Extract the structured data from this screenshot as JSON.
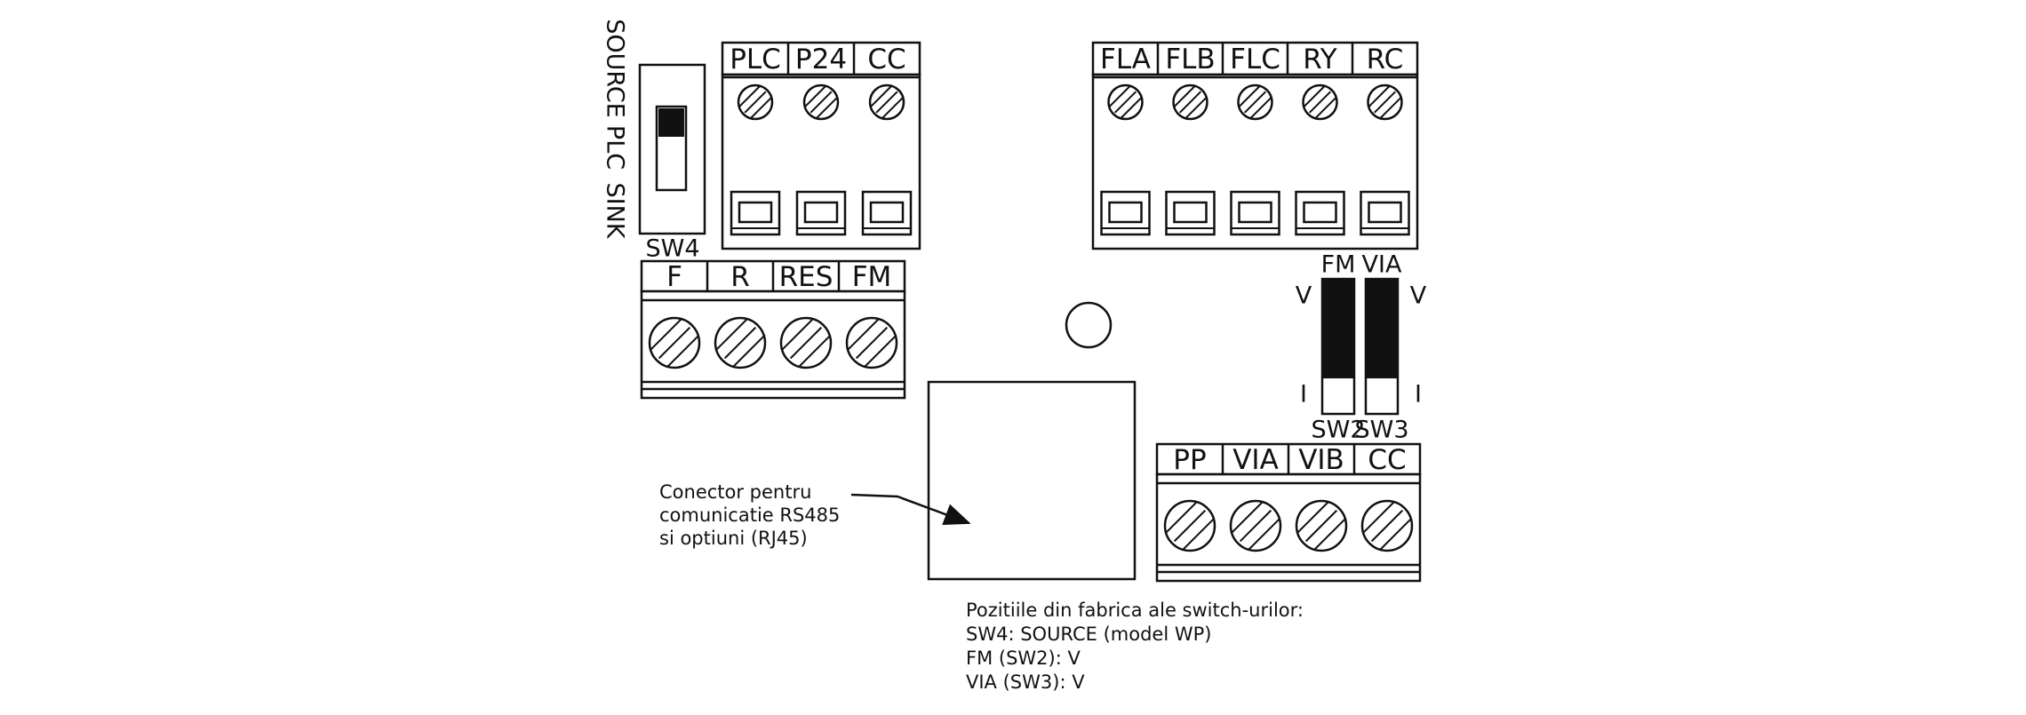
{
  "sw4": {
    "name": "SW4",
    "positions": [
      "SOURCE",
      "PLC",
      "SINK"
    ]
  },
  "terminal_blocks": {
    "top_left": [
      "PLC",
      "P24",
      "CC"
    ],
    "top_right": [
      "FLA",
      "FLB",
      "FLC",
      "RY",
      "RC"
    ],
    "middle_left": [
      "F",
      "R",
      "RES",
      "FM"
    ],
    "bottom_right": [
      "PP",
      "VIA",
      "VIB",
      "CC"
    ]
  },
  "dip_switches": [
    {
      "name": "SW2",
      "header": "FM",
      "top_label": "V",
      "bottom_label": "I"
    },
    {
      "name": "SW3",
      "header": "VIA",
      "top_label": "V",
      "bottom_label": "I"
    }
  ],
  "rj45_callout": {
    "lines": [
      "Conector pentru",
      "comunicatie RS485",
      "si optiuni (RJ45)"
    ]
  },
  "factory_note": {
    "lines": [
      "Pozitiile din fabrica ale switch-urilor:",
      "SW4: SOURCE (model WP)",
      "FM (SW2): V",
      "VIA (SW3): V"
    ]
  }
}
